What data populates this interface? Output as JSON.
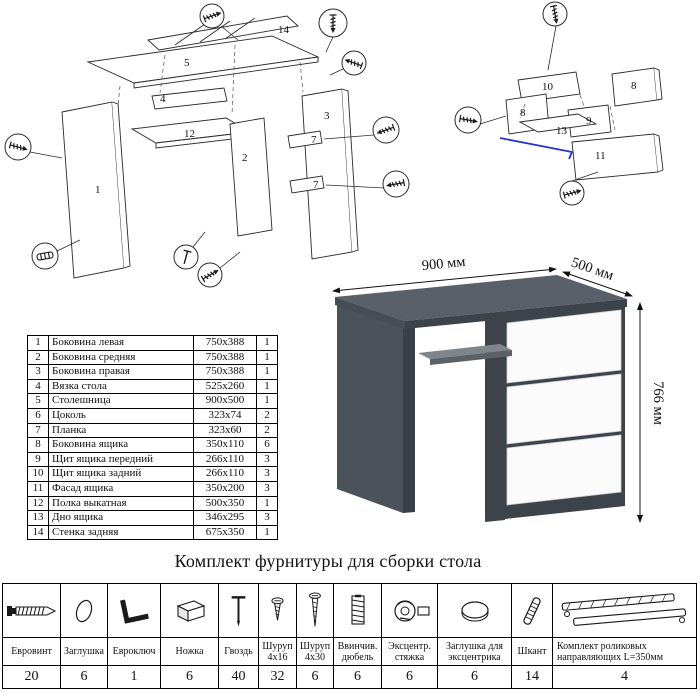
{
  "title": "Комплект фурнитуры для сборки стола",
  "desk": {
    "width_label": "900 мм",
    "depth_label": "500 мм",
    "height_label": "766 мм"
  },
  "diagrams": {
    "main_labels": [
      "14",
      "5",
      "4",
      "1",
      "12",
      "2",
      "3",
      "7",
      "7"
    ],
    "drawer_labels": [
      "10",
      "8",
      "8",
      "9",
      "13",
      "11"
    ]
  },
  "parts": {
    "rows": [
      {
        "num": "1",
        "name": "Боковина левая",
        "size": "750x388",
        "qty": "1"
      },
      {
        "num": "2",
        "name": "Боковина средняя",
        "size": "750x388",
        "qty": "1"
      },
      {
        "num": "3",
        "name": "Боковина правая",
        "size": "750x388",
        "qty": "1"
      },
      {
        "num": "4",
        "name": "Вязка стола",
        "size": "525x260",
        "qty": "1"
      },
      {
        "num": "5",
        "name": "Столешница",
        "size": "900x500",
        "qty": "1"
      },
      {
        "num": "6",
        "name": "Цоколь",
        "size": "323x74",
        "qty": "2"
      },
      {
        "num": "7",
        "name": "Планка",
        "size": "323x60",
        "qty": "2"
      },
      {
        "num": "8",
        "name": "Боковина ящика",
        "size": "350x110",
        "qty": "6"
      },
      {
        "num": "9",
        "name": "Щит ящика передний",
        "size": "266x110",
        "qty": "3"
      },
      {
        "num": "10",
        "name": "Щит ящика задний",
        "size": "266x110",
        "qty": "3"
      },
      {
        "num": "11",
        "name": "Фасад ящика",
        "size": "350x200",
        "qty": "3"
      },
      {
        "num": "12",
        "name": "Полка выкатная",
        "size": "500x350",
        "qty": "1"
      },
      {
        "num": "13",
        "name": "Дно ящика",
        "size": "346x295",
        "qty": "3"
      },
      {
        "num": "14",
        "name": "Стенка задняя",
        "size": "675x350",
        "qty": "1"
      }
    ]
  },
  "hardware": {
    "items": [
      {
        "icon": "euroscrew-icon",
        "label": "Евровинт",
        "qty": "20"
      },
      {
        "icon": "plug-icon",
        "label": "Заглушка",
        "qty": "6"
      },
      {
        "icon": "hexkey-icon",
        "label": "Евроключ",
        "qty": "1"
      },
      {
        "icon": "leg-icon",
        "label": "Ножка",
        "qty": "6"
      },
      {
        "icon": "nail-icon",
        "label": "Гвоздь",
        "qty": "40"
      },
      {
        "icon": "screw-short-icon",
        "label": "Шуруп 4x16",
        "qty": "32"
      },
      {
        "icon": "screw-long-icon",
        "label": "Шуруп 4x30",
        "qty": "6"
      },
      {
        "icon": "dowel-screw-icon",
        "label": "Ввинчив. дюбель",
        "qty": "6"
      },
      {
        "icon": "cam-lock-icon",
        "label": "Эксцентр. стяжка",
        "qty": "6"
      },
      {
        "icon": "cam-cap-icon",
        "label": "Заглушка для эксцентрика",
        "qty": "6"
      },
      {
        "icon": "shkant-icon",
        "label": "Шкант",
        "qty": "14"
      },
      {
        "icon": "slides-icon",
        "label": "Комплект роликовых направляющих L=350мм",
        "qty": "4"
      }
    ]
  }
}
